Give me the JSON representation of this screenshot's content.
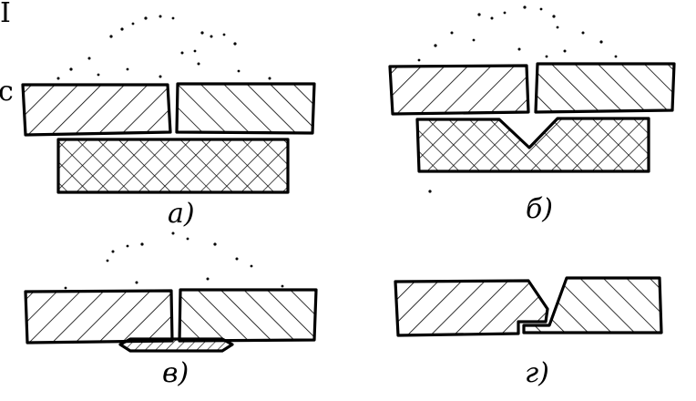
{
  "captions": {
    "a": "а)",
    "b": "б)",
    "v": "в)",
    "g": "г)"
  },
  "margin_glyphs": [
    "I",
    "с"
  ],
  "colors": {
    "ink": "#000000",
    "paper": "#ffffff"
  }
}
